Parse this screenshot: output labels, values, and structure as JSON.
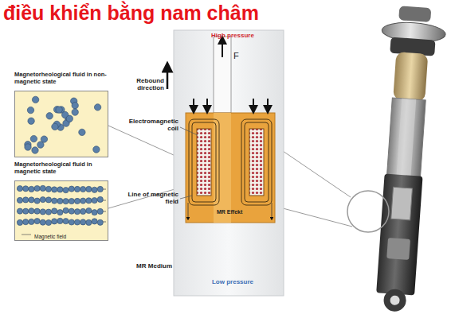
{
  "diagram": {
    "title": "điều khiển bằng nam châm",
    "nodes": [
      {
        "text": [
          "Magnetorheological fluid in non-magnetic state"
        ]
      },
      {
        "text": [
          "Magnetorheological fluid in magnetic state",
          "Magnetic field"
        ]
      }
    ],
    "labels": [
      "Rebound direction",
      "High pressure",
      "F",
      "Electromagnetic coil",
      "Line of magnetic field",
      "MR Effekt",
      "MR Medium",
      "Low pressure"
    ]
  }
}
